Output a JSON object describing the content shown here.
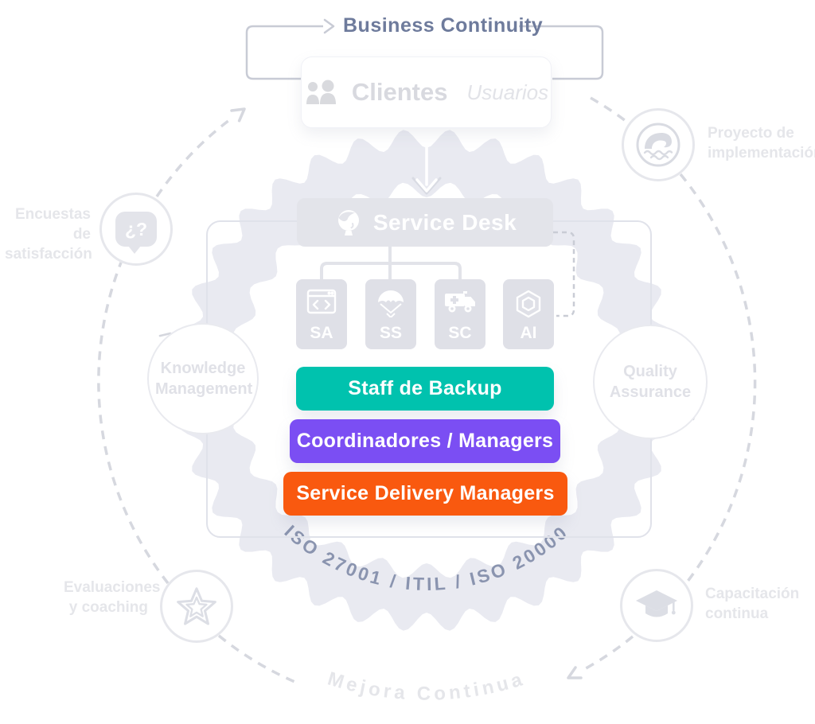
{
  "header": {
    "business_continuity": "Business Continuity"
  },
  "clients": {
    "title": "Clientes",
    "subtitle": "Usuarios",
    "icon": "people-icon"
  },
  "service_desk": {
    "label": "Service Desk",
    "icon": "support-agent-icon"
  },
  "teams": [
    {
      "code": "SA",
      "icon": "browser-code-icon"
    },
    {
      "code": "SS",
      "icon": "parachute-icon"
    },
    {
      "code": "SC",
      "icon": "ambulance-icon"
    },
    {
      "code": "AI",
      "icon": "hexagon-nut-icon"
    }
  ],
  "layers": [
    {
      "label": "Staff de Backup",
      "color": "#00C2AE"
    },
    {
      "label": "Coordinadores / Managers",
      "color": "#7B4EF3"
    },
    {
      "label": "Service Delivery Managers",
      "color": "#F9590F"
    }
  ],
  "badge": {
    "certifications": "ISO 27001 / ITIL / ISO 20000"
  },
  "cycle": {
    "bottom_label": "Mejora Continua",
    "nodes": [
      {
        "label": "Encuestas de satisfacción",
        "icon": "question-bubble-icon",
        "position": "left-top"
      },
      {
        "label": "Proyecto de implementación",
        "icon": "wave-icon",
        "position": "right-top"
      },
      {
        "label": "Knowledge Management",
        "icon": null,
        "position": "left-middle"
      },
      {
        "label": "Quality Assurance",
        "icon": null,
        "position": "right-middle"
      },
      {
        "label": "Evaluaciones y coaching",
        "icon": "star-icon",
        "position": "left-bottom"
      },
      {
        "label": "Capacitación continua",
        "icon": "graduation-cap-icon",
        "position": "right-bottom"
      }
    ]
  },
  "colors": {
    "seal_band": "#E9EAF1",
    "slate_text": "#6E7B9C",
    "certification_text": "#8A94AF",
    "bottom_label_text": "#E5E6EA"
  }
}
